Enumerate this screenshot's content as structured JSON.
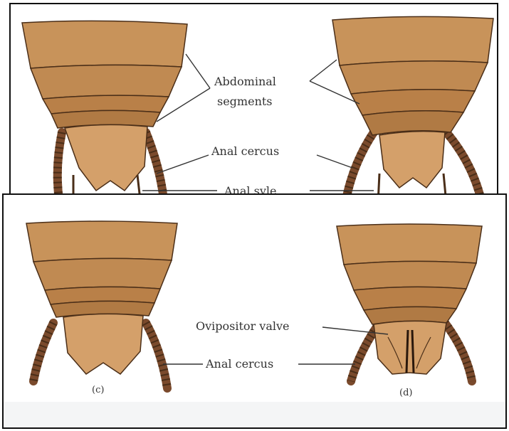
{
  "labels": {
    "abdominal_line1": "Abdominal",
    "abdominal_line2": "segments",
    "anal_cercus_top": "Anal cercus",
    "anal_style": "Anal syle",
    "ovipositor_valve": "Ovipositor valve",
    "anal_cercus_bottom": "Anal cercus",
    "caption_c": "(c)",
    "caption_d": "(d)"
  },
  "colors": {
    "segment_fill": "#c8935a",
    "segment_dark": "#a8723f",
    "outline": "#4a2e18",
    "cercus": "#7a4a2c",
    "panel_strip": "#f4f5f6"
  }
}
